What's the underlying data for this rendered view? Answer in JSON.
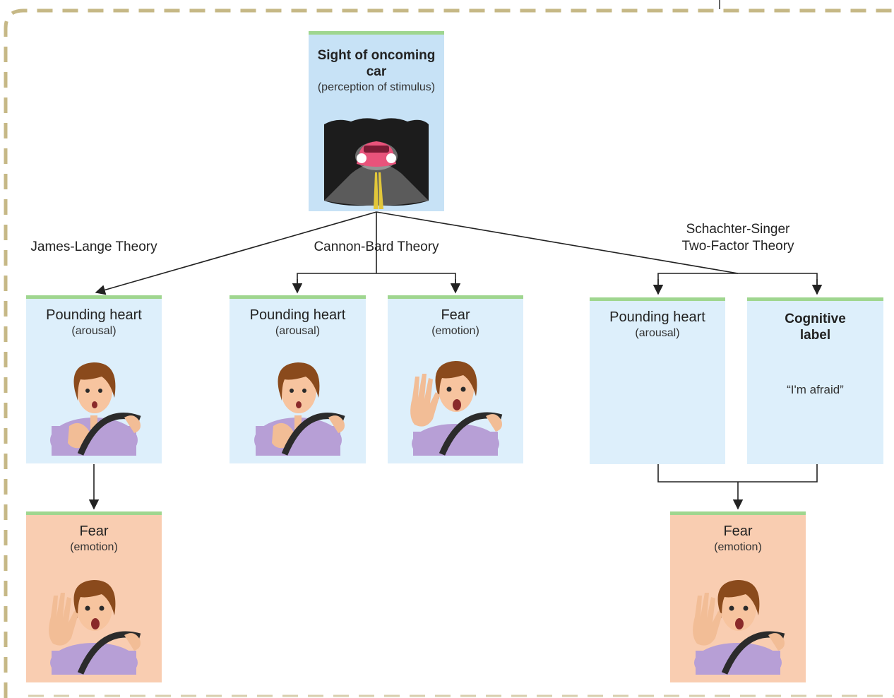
{
  "stimulus": {
    "title": "Sight of oncoming car",
    "subtitle": "(perception of stimulus)",
    "image_icon": "car-headlights-night-road"
  },
  "theories": {
    "james_lange": "James-Lange Theory",
    "cannon_bard": "Cannon-Bard Theory",
    "schachter_singer_line1": "Schachter-Singer",
    "schachter_singer_line2": "Two-Factor Theory"
  },
  "nodes": {
    "jl_arousal": {
      "title": "Pounding heart",
      "subtitle": "(arousal)",
      "figure": "driver-hand-on-chest"
    },
    "jl_fear": {
      "title": "Fear",
      "subtitle": "(emotion)",
      "figure": "driver-hand-raised-scared"
    },
    "cb_arousal": {
      "title": "Pounding heart",
      "subtitle": "(arousal)",
      "figure": "driver-hand-on-chest"
    },
    "cb_fear": {
      "title": "Fear",
      "subtitle": "(emotion)",
      "figure": "driver-hand-raised-scared"
    },
    "ss_arousal": {
      "title": "Pounding heart",
      "subtitle": "(arousal)"
    },
    "ss_label": {
      "title": "Cognitive label",
      "quote": "“I'm afraid”"
    },
    "ss_fear": {
      "title": "Fear",
      "subtitle": "(emotion)",
      "figure": "driver-hand-raised-scared"
    }
  },
  "colors": {
    "box_blue": "#ddeffb",
    "box_peach": "#f9cdb1",
    "box_top_accent": "#9fd68f",
    "frame_dash": "#c9b98a",
    "arrow": "#222222"
  }
}
